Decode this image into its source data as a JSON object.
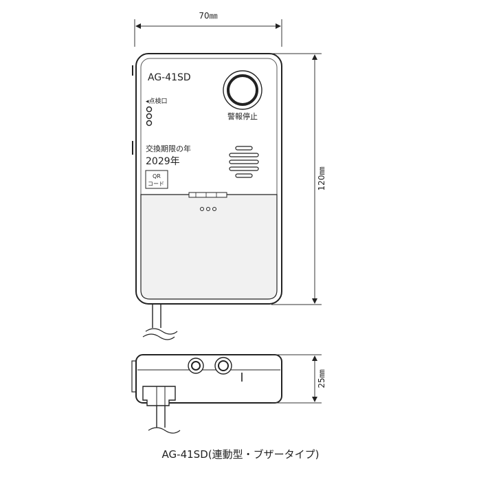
{
  "dimensions": {
    "width": "70㎜",
    "height": "120㎜",
    "depth": "25㎜"
  },
  "device": {
    "model": "AG-41SD",
    "check_port_label": "◂点検口",
    "stop_button_label": "警報停止",
    "replacement_label": "交換期限の年",
    "replacement_year": "2029年",
    "qr_line1": "QR",
    "qr_line2": "コード"
  },
  "caption": "AG-41SD(連動型・ブザータイプ)"
}
